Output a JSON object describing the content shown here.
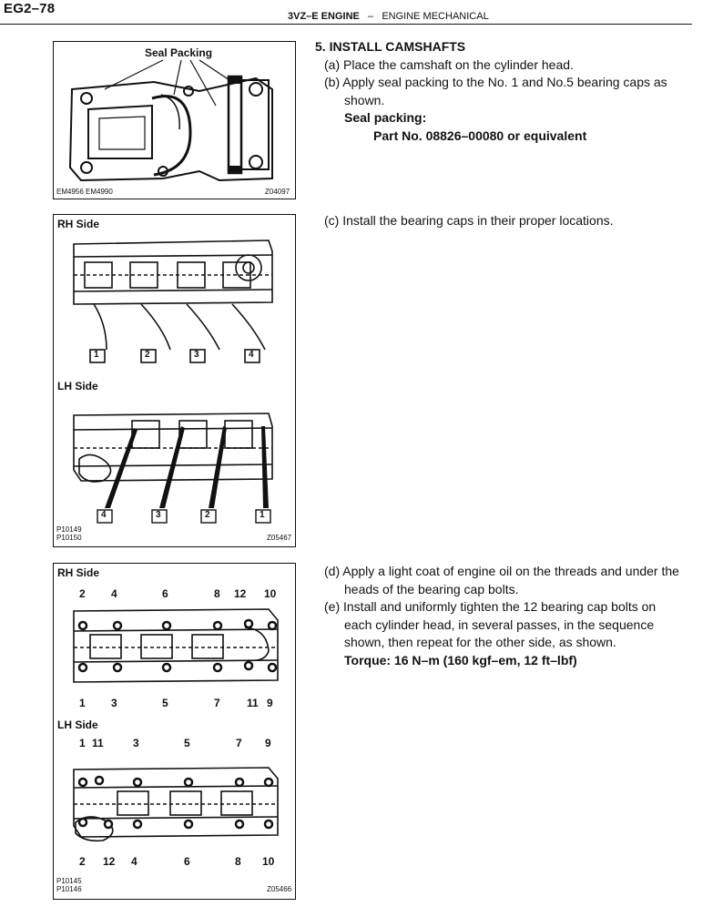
{
  "header": {
    "page_number": "EG2–78",
    "engine": "3VZ–E ENGINE",
    "separator": "–",
    "section": "ENGINE MECHANICAL"
  },
  "fig1": {
    "callout": "Seal Packing",
    "ref_left": "EM4956 EM4990",
    "ref_right": "Z04097"
  },
  "fig2": {
    "rh_label": "RH Side",
    "lh_label": "LH Side",
    "rh_caps": [
      "1",
      "2",
      "3",
      "4"
    ],
    "lh_caps": [
      "4",
      "3",
      "2",
      "1"
    ],
    "ref_left_1": "P10149",
    "ref_left_2": "P10150",
    "ref_right": "Z05467"
  },
  "fig3": {
    "rh_label": "RH Side",
    "lh_label": "LH Side",
    "rh_top": [
      "2",
      "4",
      "6",
      "8",
      "12",
      "10"
    ],
    "rh_bottom": [
      "1",
      "3",
      "5",
      "7",
      "11",
      "9"
    ],
    "lh_top": [
      "1",
      "11",
      "3",
      "5",
      "7",
      "9"
    ],
    "lh_bottom": [
      "2",
      "12",
      "4",
      "6",
      "8",
      "10"
    ],
    "ref_left_1": "P10145",
    "ref_left_2": "P10146",
    "ref_right": "Z05466"
  },
  "steps": {
    "title": "5. INSTALL CAMSHAFTS",
    "a": "(a) Place the camshaft on the cylinder head.",
    "b": "(b) Apply seal packing to the No. 1 and No.5 bearing caps as shown.",
    "seal_label": "Seal packing:",
    "part_no": "Part No. 08826–00080 or equivalent",
    "c": "(c) Install the bearing caps in their proper locations.",
    "d": "(d) Apply a light coat of engine oil on the threads and under the heads of the bearing cap bolts.",
    "e": "(e) Install and uniformly tighten the 12 bearing cap bolts on each cylinder head, in several passes, in the sequence shown, then repeat for the other side, as shown.",
    "torque": "Torque: 16 N–m (160 kgf–em, 12 ft–lbf)"
  }
}
